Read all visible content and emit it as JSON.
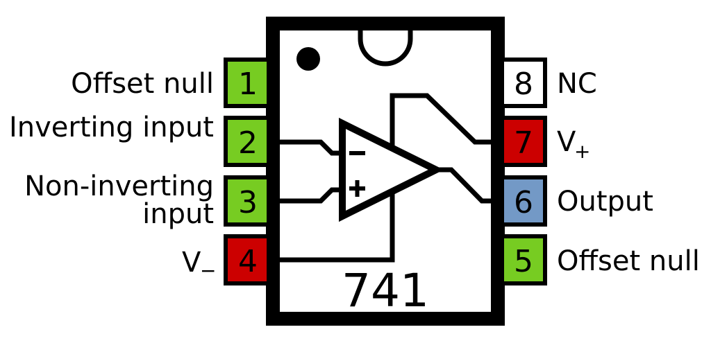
{
  "chip": {
    "part_number": "741"
  },
  "colors": {
    "green": "#77cc22",
    "red": "#cc0000",
    "blue": "#7399c6",
    "white": "#ffffff"
  },
  "pins": [
    {
      "number": "1",
      "label": "Offset null",
      "color": "#77cc22"
    },
    {
      "number": "2",
      "label": "Inverting input",
      "color": "#77cc22"
    },
    {
      "number": "3",
      "label_line1": "Non-inverting",
      "label_line2": "input",
      "color": "#77cc22"
    },
    {
      "number": "4",
      "label": "V",
      "subscript": "−",
      "color": "#cc0000"
    },
    {
      "number": "5",
      "label": "Offset null",
      "color": "#77cc22"
    },
    {
      "number": "6",
      "label": "Output",
      "color": "#7399c6"
    },
    {
      "number": "7",
      "label": "V",
      "subscript": "+",
      "color": "#cc0000"
    },
    {
      "number": "8",
      "label": "NC",
      "color": "#ffffff"
    }
  ],
  "opamp": {
    "minus_symbol": "−",
    "plus_symbol": "+"
  }
}
